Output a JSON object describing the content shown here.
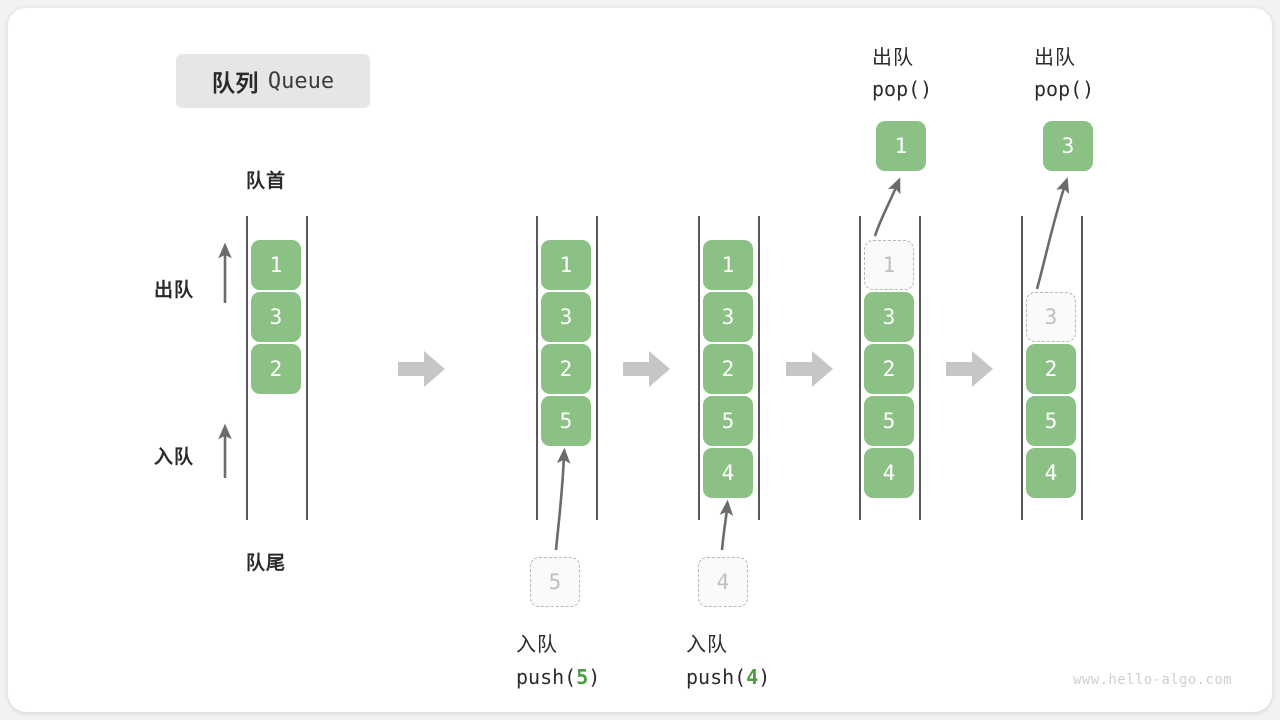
{
  "title": {
    "cn": "队列",
    "en": "Queue"
  },
  "labels": {
    "head": "队首",
    "tail": "队尾",
    "dequeue_arrow": "出队",
    "enqueue_arrow": "入队"
  },
  "watermark": "www.hello-algo.com",
  "colors": {
    "cell_fill": "#8cc185",
    "cell_text": "#ffffff",
    "ghost_fill": "#fafafa",
    "ghost_border": "#b9b9b9",
    "ghost_text": "#bfbfbf",
    "rail": "#595959",
    "flow_arrow": "#c6c6c6",
    "badge_bg": "#e6e6e6",
    "text": "#2b2b2b",
    "code_number": "#4a9c3f",
    "watermark": "#cfcfcf",
    "canvas": "#ffffff",
    "page": "#f2f2f2"
  },
  "columns": [
    {
      "id": "col-1",
      "name": "initial-queue",
      "cells": [
        {
          "value": "1",
          "state": "filled"
        },
        {
          "value": "3",
          "state": "filled"
        },
        {
          "value": "2",
          "state": "filled"
        }
      ]
    },
    {
      "id": "col-2",
      "name": "after-push-5",
      "cells": [
        {
          "value": "1",
          "state": "filled"
        },
        {
          "value": "3",
          "state": "filled"
        },
        {
          "value": "2",
          "state": "filled"
        },
        {
          "value": "5",
          "state": "filled"
        }
      ]
    },
    {
      "id": "col-3",
      "name": "after-push-4",
      "cells": [
        {
          "value": "1",
          "state": "filled"
        },
        {
          "value": "3",
          "state": "filled"
        },
        {
          "value": "2",
          "state": "filled"
        },
        {
          "value": "5",
          "state": "filled"
        },
        {
          "value": "4",
          "state": "filled"
        }
      ]
    },
    {
      "id": "col-4",
      "name": "pop-1",
      "cells": [
        {
          "value": "1",
          "state": "ghost"
        },
        {
          "value": "3",
          "state": "filled"
        },
        {
          "value": "2",
          "state": "filled"
        },
        {
          "value": "5",
          "state": "filled"
        },
        {
          "value": "4",
          "state": "filled"
        }
      ]
    },
    {
      "id": "col-5",
      "name": "pop-3",
      "cells": [
        {
          "value": "",
          "state": "empty"
        },
        {
          "value": "3",
          "state": "ghost"
        },
        {
          "value": "2",
          "state": "filled"
        },
        {
          "value": "5",
          "state": "filled"
        },
        {
          "value": "4",
          "state": "filled"
        }
      ]
    }
  ],
  "operations": {
    "push_5": {
      "cn": "入队",
      "code_prefix": "push(",
      "code_number": "5",
      "code_suffix": ")",
      "ghost_value": "5"
    },
    "push_4": {
      "cn": "入队",
      "code_prefix": "push(",
      "code_number": "4",
      "code_suffix": ")",
      "ghost_value": "4"
    },
    "pop_1": {
      "cn": "出队",
      "code": "pop()",
      "popped_value": "1"
    },
    "pop_3": {
      "cn": "出队",
      "code": "pop()",
      "popped_value": "3"
    }
  }
}
